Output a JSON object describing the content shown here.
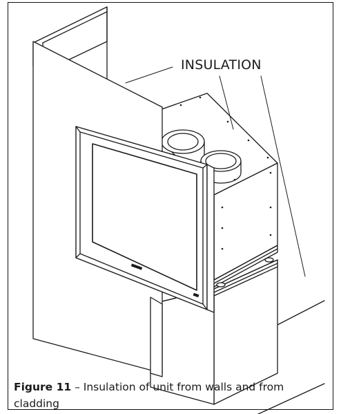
{
  "callout": {
    "label": "INSULATION"
  },
  "caption": {
    "figure_label": "Figure 11",
    "separator": " – ",
    "text": "Insulation of unit from walls and from cladding"
  },
  "colors": {
    "line": "#1a1a1a",
    "fill": "#ffffff",
    "glass": "#ffffff"
  }
}
